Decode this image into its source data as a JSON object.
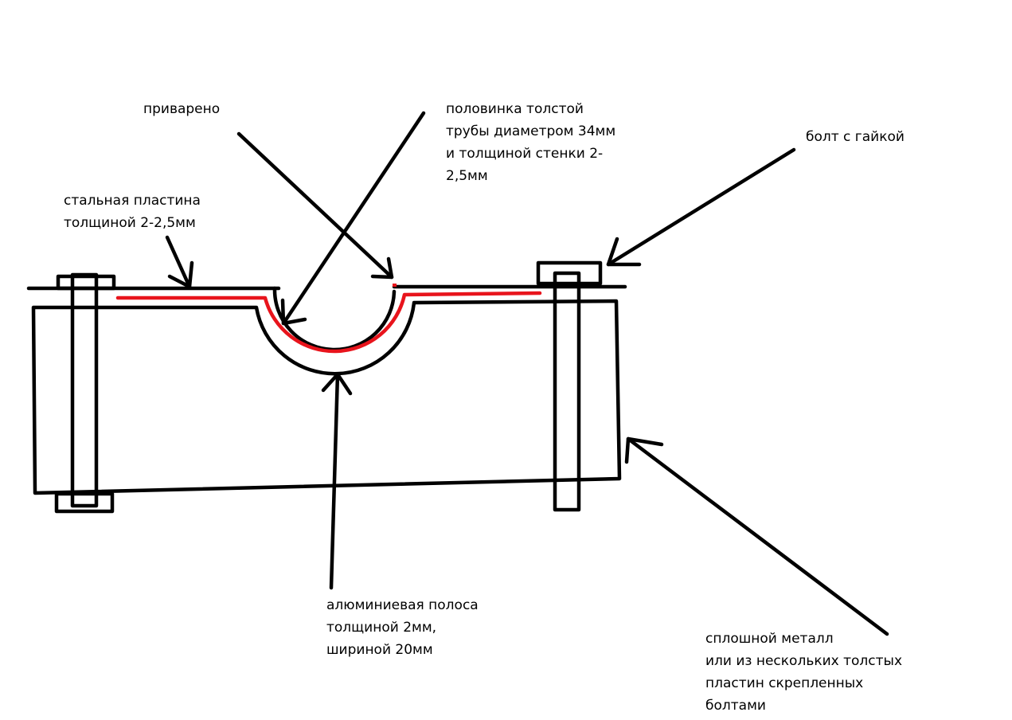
{
  "colors": {
    "ink": "#000000",
    "highlight": "#e8141c",
    "background": "#ffffff"
  },
  "labels": {
    "welded": [
      "приварено"
    ],
    "half_pipe": [
      "половинка толстой",
      "трубы диаметром 34мм",
      "и толщиной стенки 2-",
      "2,5мм"
    ],
    "bolt_nut": [
      "болт с гайкой"
    ],
    "steel_plate": [
      "стальная пластина",
      "толщиной 2-2,5мм"
    ],
    "aluminum_strip": [
      "алюминиевая полоса",
      "толщиной 2мм,",
      "шириной 20мм"
    ],
    "solid_metal": [
      "сплошной металл",
      "или из нескольких толстых",
      "пластин скрепленных",
      "болтами"
    ]
  }
}
